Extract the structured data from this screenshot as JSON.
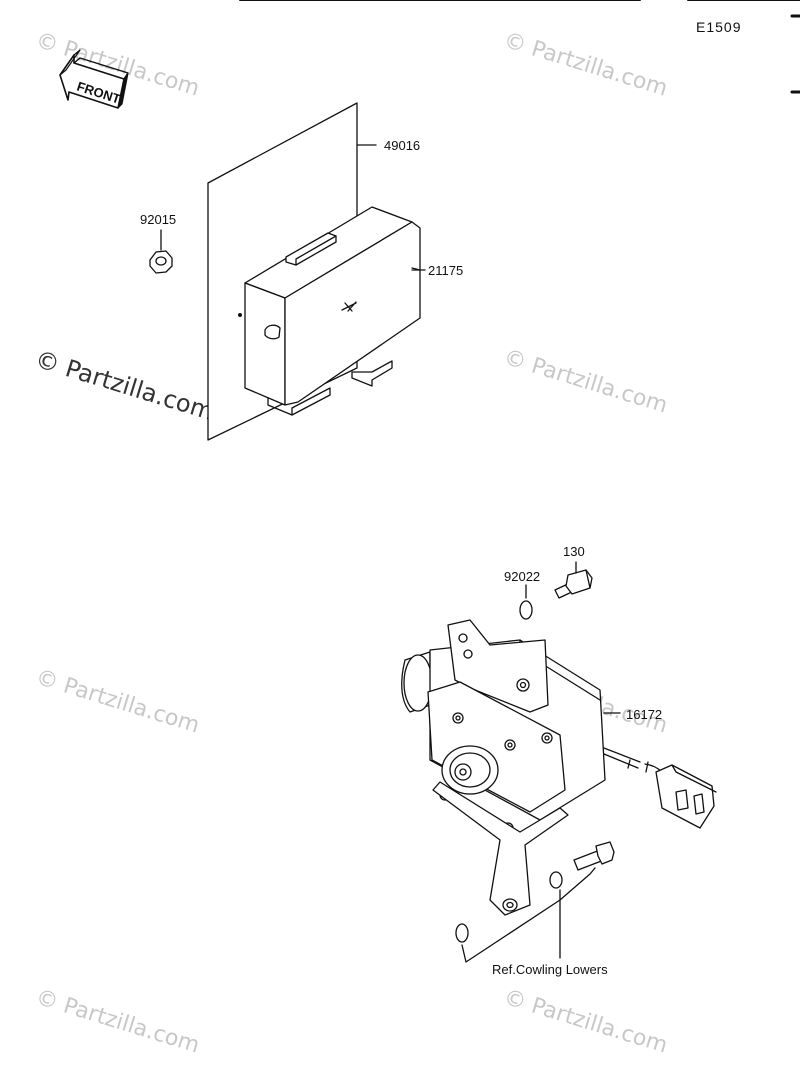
{
  "page": {
    "code": "E1509"
  },
  "front_badge": "FRONT",
  "parts": {
    "p49016": "49016",
    "p21175": "21175",
    "p92015": "92015",
    "p130": "130",
    "p92022": "92022",
    "p16172": "16172"
  },
  "ref_note": "Ref.Cowling Lowers",
  "watermark": "© Partzilla.com",
  "colors": {
    "line": "#111111",
    "watermark": "#c8c8c8"
  }
}
